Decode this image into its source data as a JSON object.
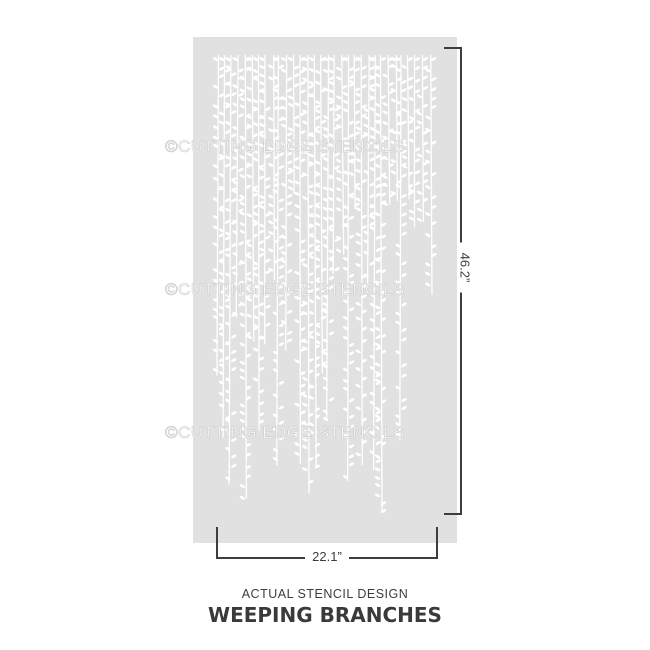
{
  "watermark": "©CUTTING EDGE STENCILS",
  "dimensions": {
    "height": "46.2”",
    "width": "22.1”"
  },
  "caption": {
    "subtitle": "ACTUAL STENCIL DESIGN",
    "title": "WEEPING BRANCHES"
  },
  "colors": {
    "panel": "#e1e1e1",
    "branch": "#ffffff",
    "text": "#3d3d3d"
  }
}
